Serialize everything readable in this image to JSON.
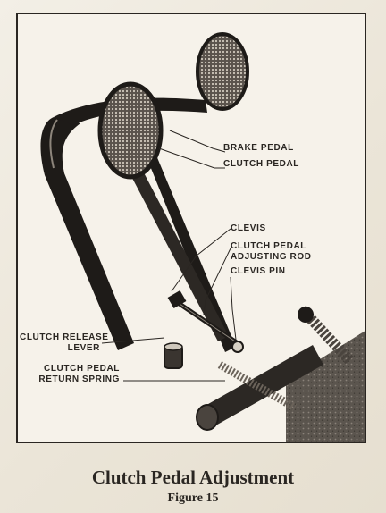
{
  "figure": {
    "labels": {
      "brake_pedal": "BRAKE PEDAL",
      "clutch_pedal": "CLUTCH PEDAL",
      "clevis": "CLEVIS",
      "adjusting_rod_1": "CLUTCH PEDAL",
      "adjusting_rod_2": "ADJUSTING ROD",
      "clevis_pin": "CLEVIS PIN",
      "release_lever_1": "CLUTCH RELEASE",
      "release_lever_2": "LEVER",
      "return_spring_1": "CLUTCH PEDAL",
      "return_spring_2": "RETURN SPRING"
    },
    "caption_title": "Clutch Pedal Adjustment",
    "caption_subtitle": "Figure 15"
  },
  "colors": {
    "ink": "#2a2622",
    "paper": "#f6f2ea",
    "metal_dark": "#1e1b18",
    "metal_mid": "#4a443e",
    "spring": "#6b635a"
  }
}
